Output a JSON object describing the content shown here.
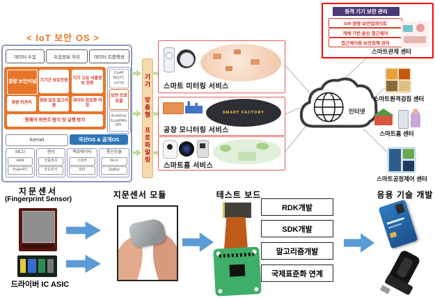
{
  "colors": {
    "orange": "#E8752A",
    "red_text": "#D93A2B",
    "service_border": "#E05C5C",
    "os_blue": "#2E75B6",
    "panel_border": "#8A97B8",
    "profiling_bar_bg": "#F6D9AE",
    "profiling_bar_text": "#C00000",
    "green_arrow": "#BFDA9C",
    "blue_arrow": "#5B9BD5",
    "mgmt_header_purple": "#4B3A75",
    "mgmt_border_red": "#FF0000"
  },
  "iot_os": {
    "title": "< IoT 보안 OS >",
    "data_row": [
      "데이터 수집",
      "수집정보 처리",
      "데이터 트랜잭션"
    ],
    "secure_kernel": "경량 보안커널",
    "cells": [
      "기기간 상호인증",
      "기기 고유 식별정보 검증",
      "경량 키관리",
      "경량 암호 알고리즘",
      "데이터 암호화 저장"
    ],
    "firmware": "펌웨어 위변조 탐지 및 실행 방지",
    "protocol_top": "CoAP MQTT, HTTP",
    "protocol_mid": "보안 프로토콜",
    "protocol_bottom": "IPv4/IPv6, 6LoWPAN, RPL",
    "kernel": "Kernel",
    "os_bar": "국산OS & 공개OS",
    "hw": [
      {
        "title": "MCU",
        "a": "ARM",
        "b": "PowerPC"
      },
      {
        "title": "센서",
        "a": "진동센서",
        "b": "조도센서"
      },
      {
        "title": "액츄에이터",
        "a": "스피커",
        "b": "모터"
      },
      {
        "title": "통신모듈",
        "a": "Wi-Fi",
        "b": "ZigBee"
      }
    ]
  },
  "profiling_bar": "기기 맞춤형 프로파일링",
  "services": [
    {
      "label": "스마트 미터링 서비스"
    },
    {
      "label": "공장 모니터링 서비스",
      "badge": "SMART FACTORY"
    },
    {
      "label": "스마트홈 서비스"
    }
  ],
  "internet_label": "인터넷",
  "remote_mgmt": {
    "title": "원격 기기 보안 관리",
    "items": [
      "SW 경량 보안업데이트",
      "개체 기반 분산 접근제어",
      "접근제어용 보안정책 관리"
    ],
    "center_label": "스마트관제 센터"
  },
  "centers": [
    {
      "label": "스마트원격검침 센터"
    },
    {
      "label": "스마트홈 센터"
    },
    {
      "label": "스마트공정제어 센터"
    }
  ],
  "pipeline": {
    "sensor_label": "지문센서",
    "sensor_sublabel": "(Fingerprint Sensor)",
    "asic_label": "드라이버 IC ASIC",
    "module_label": "지문센서 모듈",
    "board_label": "테스트 보드",
    "dev_items": [
      "RDK개발",
      "SDK개발",
      "알고리즘개발",
      "국제표준화 연계"
    ],
    "app_label": "응용 기술 개발"
  }
}
